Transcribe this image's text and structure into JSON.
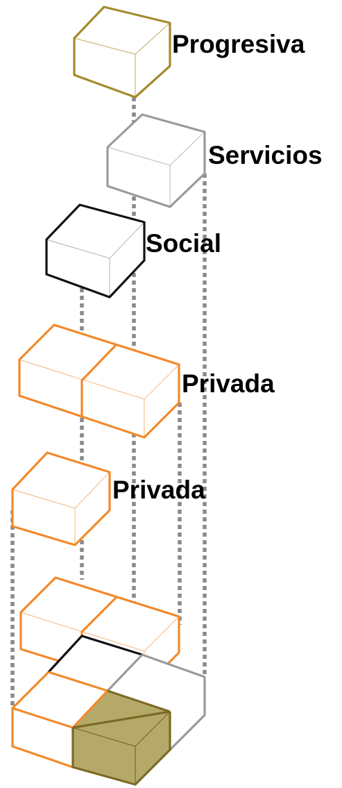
{
  "labels": {
    "progresiva": "Progresiva",
    "servicios": "Servicios",
    "social": "Social",
    "privada_upper": "Privada",
    "privada_lower": "Privada"
  },
  "colors": {
    "progresiva": "#a48a2e",
    "servicios": "#9a9a9a",
    "social": "#111111",
    "privada": "#f2892a",
    "base_fill": "#b5a96a",
    "guide": "#8a8a8a"
  },
  "icons": {
    "block": "isometric-cube"
  }
}
